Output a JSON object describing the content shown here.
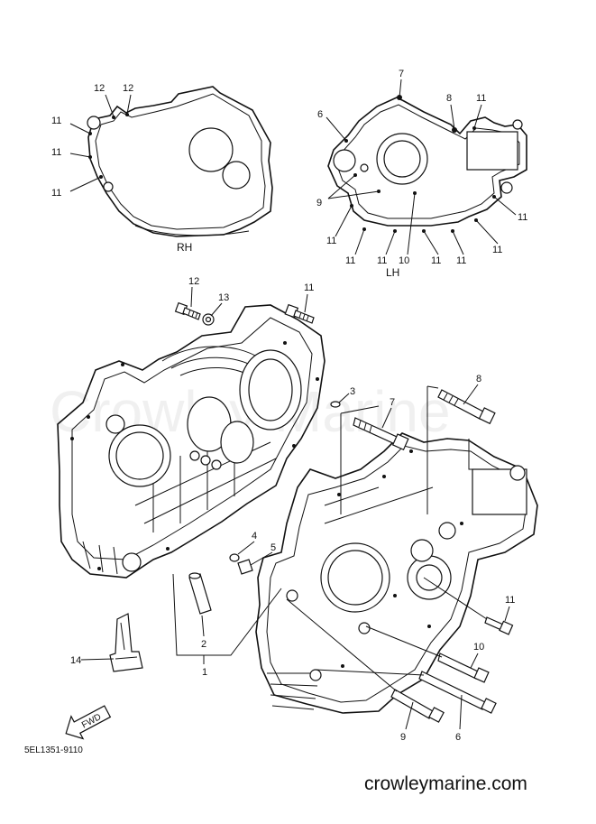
{
  "watermark": "Crowley Marine",
  "brand": "crowleymarine.com",
  "part_code": "5EL1351-9110",
  "fwd_label": "FWD",
  "cover_labels": {
    "rh": "RH",
    "lh": "LH"
  },
  "callouts": {
    "n1": "1",
    "n2": "2",
    "n3": "3",
    "n4": "4",
    "n5": "5",
    "n6": "6",
    "n7": "7",
    "n8": "8",
    "n9": "9",
    "n10": "10",
    "n11": "11",
    "n12": "12",
    "n13": "13",
    "n14": "14"
  }
}
